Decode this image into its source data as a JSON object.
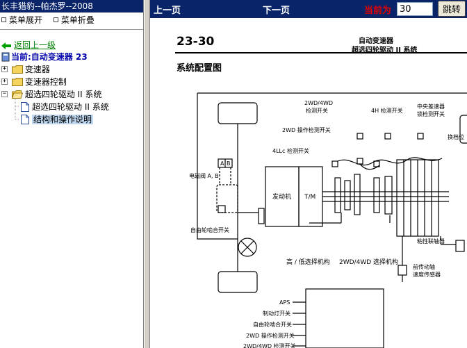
{
  "left": {
    "title": "长丰猎豹--帕杰罗--2008",
    "menu": {
      "expand": "菜单展开",
      "collapse": "菜单折叠"
    },
    "back": "返回上一级",
    "current": "当前:自动变速器  23",
    "tree": [
      {
        "label": "变速器",
        "level": 0,
        "expanded": false
      },
      {
        "label": "变速器控制",
        "level": 0,
        "expanded": false
      },
      {
        "label": "超选四轮驱动 II 系统",
        "level": 0,
        "expanded": true
      },
      {
        "label": "超选四轮驱动 II 系统",
        "level": 1,
        "selected": false
      },
      {
        "label": "结构和操作说明",
        "level": 1,
        "selected": true
      }
    ]
  },
  "nav": {
    "prev": "上一页",
    "next": "下一页",
    "current_label": "当前为",
    "page_value": "30",
    "go": "跳转"
  },
  "doc": {
    "page_number": "23-30",
    "header_line1": "自动变速器",
    "header_line2": "超选四轮驱动 II 系统",
    "section_title": "系统配置图",
    "labels": {
      "sw_2wd4wd": "2WD/4WD",
      "sw_2wd4wd_2": "检测开关",
      "sw_4h": "4H 检测开关",
      "sw_center_1": "中央差速器",
      "sw_center_2": "锁检测开关",
      "sw_2wd_op": "2WD 操作检测开关",
      "sw_4llc": "4LLc 检测开关",
      "shift_pos": "换档位",
      "solenoid": "电磁阀 A, B",
      "freewheel": "自由轮啮合开关",
      "engine": "发动机",
      "tm": "T/M",
      "hl_mech": "高 / 低选择机构",
      "sel_mech": "2WD/4WD 选择机构",
      "viscous": "粘性联轴器",
      "sensor_1": "前传动轴",
      "sensor_2": "速度传感器",
      "aps": "APS",
      "brake_sw": "制动灯开关",
      "fw_sw": "自由轮啮合开关",
      "op_sw": "2WD 操作检测开关",
      "sw_bottom": "2WD/4WD 检测开关",
      "a_mark": "A",
      "b_mark": "B"
    }
  },
  "colors": {
    "title_bar": "#0a246a",
    "current_label": "#e00000",
    "current_text": "#0000aa",
    "back_link": "#008000",
    "selection": "#c0d8f0"
  }
}
